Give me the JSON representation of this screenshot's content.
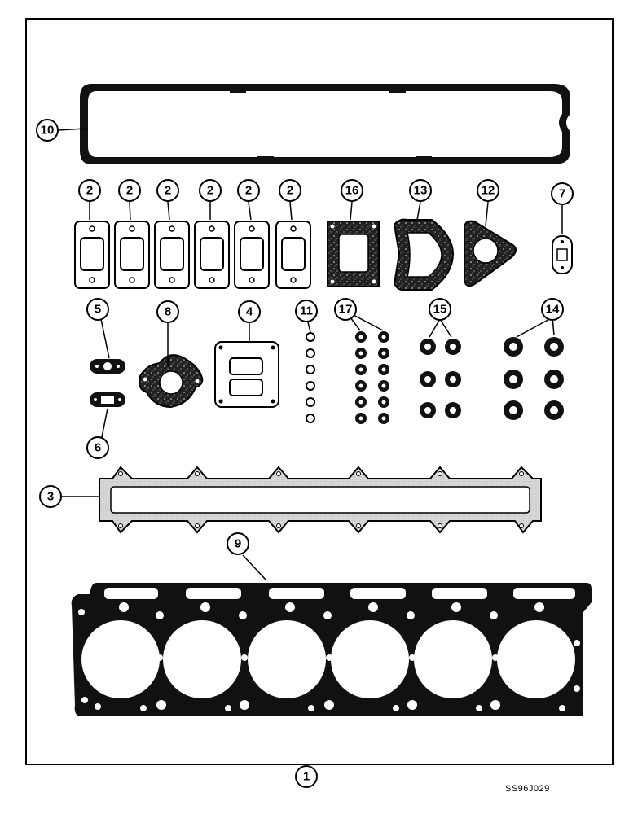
{
  "diagram": {
    "callouts": {
      "assembly": "1",
      "gasket_exhaust_manifold": "2",
      "gasket_intake_manifold": "3",
      "gasket_4": "4",
      "gasket_5": "5",
      "gasket_6": "6",
      "gasket_7": "7",
      "gasket_8": "8",
      "gasket_cylinder_head": "9",
      "gasket_valve_cover": "10",
      "seals_11": "11",
      "gasket_12": "12",
      "gasket_13": "13",
      "rings_14": "14",
      "rings_15": "15",
      "gasket_16": "16",
      "seals_17": "17"
    },
    "reference_code": "SS96J029"
  }
}
